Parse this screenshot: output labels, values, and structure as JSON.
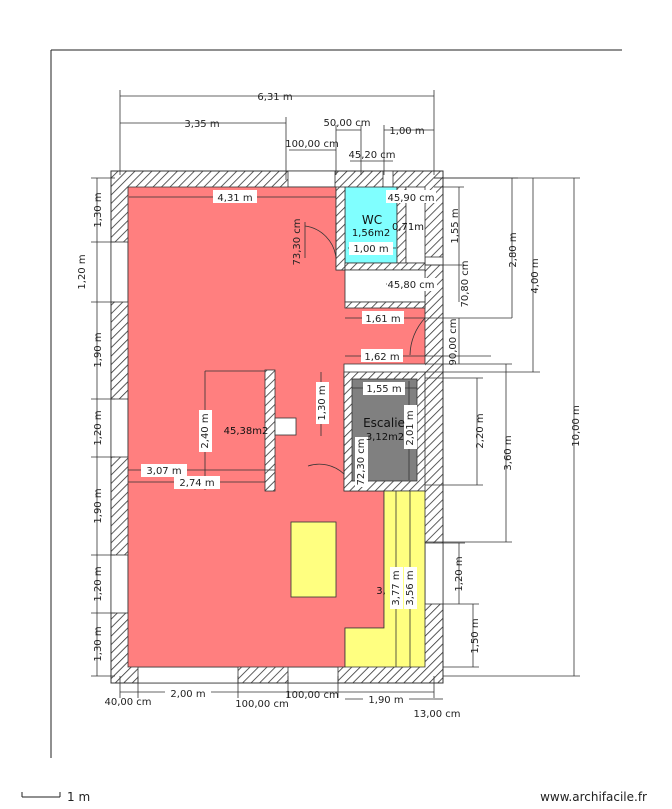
{
  "colors": {
    "living": "#ff7f7f",
    "wc": "#80ffff",
    "stair": "#808080",
    "yellow": "#ffff80",
    "wall": "#ffffff",
    "hatch": "#333333",
    "dim_line": "#333333"
  },
  "rooms": {
    "living_area": "45,38m2",
    "wc_name": "WC",
    "wc_area": "1,56m2",
    "stair_name": "Escalie",
    "stair_area": "3,12m2",
    "yellow_label": "3,"
  },
  "dimensions": {
    "top_total": "6,31 m",
    "top_left": "3,35 m",
    "top_50": "50,00 cm",
    "top_100": "1,00 m",
    "top_100cm": "100,00 cm",
    "top_4520": "45,20 cm",
    "inner_431": "4,31 m",
    "inner_4590": "45,90 cm",
    "door_7330": "73,30 cm",
    "wc_071": "0,71m",
    "wc_100": "1,00 m",
    "right_155": "1,55 m",
    "corr_4580": "45,80 cm",
    "right_7080": "70,80 cm",
    "corr_161": "1,61 m",
    "right_9000": "90,00 cm",
    "corr_162": "1,62 m",
    "stair_155": "1,55 m",
    "stair_201": "2,01 m",
    "stair_7230": "72,30 cm",
    "stair_130": "1,30 m",
    "partition_240": "2,40 m",
    "partition_307": "3,07 m",
    "partition_274": "2,74 m",
    "yellow_377": "3,77 m",
    "yellow_356": "3,56 m",
    "right_220": "2,20 m",
    "right_360": "3,60 m",
    "right_280": "2,80 m",
    "right_400": "4,00 m",
    "right_1000": "10,00 m",
    "right_120": "1,20 m",
    "right_150": "1,50 m",
    "left_130a": "1,30 m",
    "left_120a": "1,20 m",
    "left_190a": "1,90 m",
    "left_120b": "1,20 m",
    "left_190b": "1,90 m",
    "left_120c": "1,20 m",
    "left_130b": "1,30 m",
    "bot_40": "40,00 cm",
    "bot_200": "2,00 m",
    "bot_100a": "100,00 cm",
    "bot_100b": "100,00 cm",
    "bot_190": "1,90 m",
    "bot_13": "13,00 cm"
  },
  "footer": {
    "scale": "1 m",
    "brand": "www.archifacile.fr"
  }
}
